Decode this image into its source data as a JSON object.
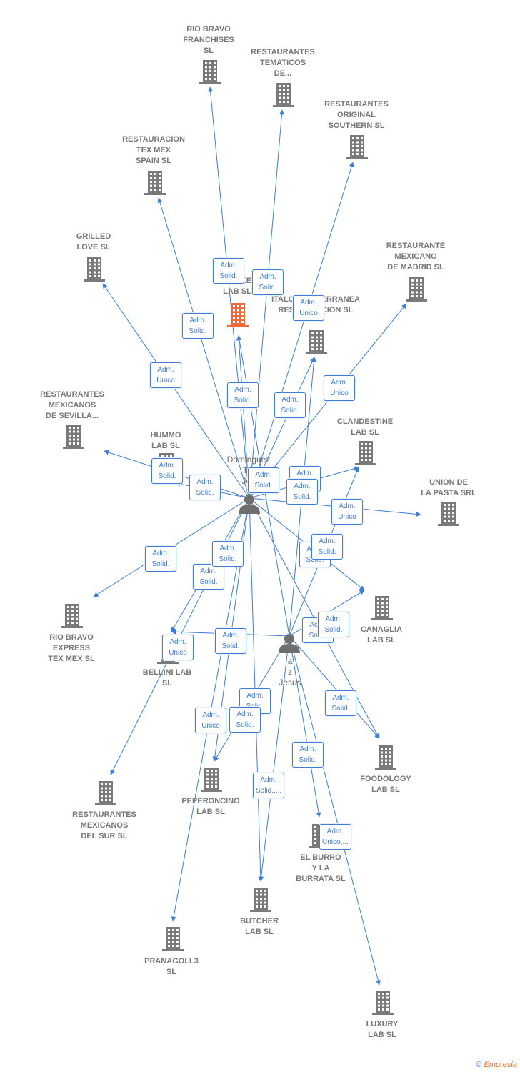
{
  "colors": {
    "edge": "#3b7dd8",
    "building": "#7a7a7a",
    "highlight": "#f36a3a",
    "person": "#6e6e6e"
  },
  "companies": [
    {
      "id": "rio_bravo_franchises",
      "label": "RIO BRAVO\nFRANCHISES\nSL"
    },
    {
      "id": "rest_tematicos",
      "label": "RESTAURANTES\nTEMATICOS\nDE..."
    },
    {
      "id": "rest_original_southern",
      "label": "RESTAURANTES\nORIGINAL\nSOUTHERN SL"
    },
    {
      "id": "restauracion_tex_mex",
      "label": "RESTAURACION\nTEX MEX\nSPAIN SL"
    },
    {
      "id": "grilled_love",
      "label": "GRILLED\nLOVE SL"
    },
    {
      "id": "smoke_lab",
      "label": "SMOKE\nLAB SL",
      "highlight": true
    },
    {
      "id": "italo_mediterranea",
      "label": "ITALO MEDITERRANEA\nRESTAURACION SL"
    },
    {
      "id": "rest_mexicano_madrid",
      "label": "RESTAURANTE\nMEXICANO\nDE MADRID SL"
    },
    {
      "id": "rest_mexicanos_sevilla",
      "label": "RESTAURANTES\nMEXICANOS\nDE SEVILLA..."
    },
    {
      "id": "hummo_lab",
      "label": "HUMMO\nLAB SL"
    },
    {
      "id": "clandestine_lab",
      "label": "CLANDESTINE\nLAB SL"
    },
    {
      "id": "union_pasta",
      "label": "UNION DE\nLA PASTA SRL"
    },
    {
      "id": "rio_bravo_express",
      "label": "RIO BRAVO\nEXPRESS\nTEX MEX SL"
    },
    {
      "id": "bellini_lab",
      "label": "BELLINI LAB\nSL"
    },
    {
      "id": "canaglia_lab",
      "label": "CANAGLIA\nLAB SL"
    },
    {
      "id": "foodology_lab",
      "label": "FOODOLOGY\nLAB SL"
    },
    {
      "id": "rest_mexicanos_sur",
      "label": "RESTAURANTES\nMEXICANOS\nDEL SUR SL"
    },
    {
      "id": "peperoncino_lab",
      "label": "PEPERONCINO\nLAB SL"
    },
    {
      "id": "el_burro",
      "label": "EL BURRO\nY LA\nBURRATA SL"
    },
    {
      "id": "butcher_lab",
      "label": "BUTCHER\nLAB SL"
    },
    {
      "id": "pranagoll3",
      "label": "PRANAGOLL3\nSL"
    },
    {
      "id": "luxury_lab",
      "label": "LUXURY\nLAB SL"
    }
  ],
  "persons": [
    {
      "id": "p1",
      "label": "Dominguez\nTer\nJoa"
    },
    {
      "id": "p2",
      "label": "a\nz\nJesus"
    }
  ],
  "edges": [
    {
      "from": "p1",
      "to": "rio_bravo_franchises",
      "role": "Adm.\nSolid."
    },
    {
      "from": "p1",
      "to": "rest_tematicos",
      "role": "Adm.\nSolid."
    },
    {
      "from": "p1",
      "to": "rest_original_southern",
      "role": "Adm.\nUnico"
    },
    {
      "from": "p1",
      "to": "restauracion_tex_mex",
      "role": "Adm.\nSolid."
    },
    {
      "from": "p1",
      "to": "grilled_love",
      "role": "Adm.\nUnico"
    },
    {
      "from": "p1",
      "to": "smoke_lab",
      "role": "Adm.\nSolid."
    },
    {
      "from": "p1",
      "to": "italo_mediterranea",
      "role": "Adm.\nSolid."
    },
    {
      "from": "p1",
      "to": "rest_mexicano_madrid",
      "role": "Adm.\nUnico"
    },
    {
      "from": "p1",
      "to": "rest_mexicanos_sevilla",
      "role": "Adm.\nSolid."
    },
    {
      "from": "p1",
      "to": "hummo_lab",
      "role": "Adm.\nSolid."
    },
    {
      "from": "p1",
      "to": "clandestine_lab",
      "role": "Adm.\nSolid."
    },
    {
      "from": "p1",
      "to": "union_pasta",
      "role": "Adm.\nUnico"
    },
    {
      "from": "p1",
      "to": "rio_bravo_express",
      "role": "Adm.\nSolid."
    },
    {
      "from": "p1",
      "to": "bellini_lab",
      "role": "Adm.\nSolid."
    },
    {
      "from": "p1",
      "to": "canaglia_lab",
      "role": "Adm.\nSolid."
    },
    {
      "from": "p1",
      "to": "foodology_lab",
      "role": "Adm.\nSolid."
    },
    {
      "from": "p1",
      "to": "rest_mexicanos_sur",
      "role": "Adm.\nSolid."
    },
    {
      "from": "p1",
      "to": "peperoncino_lab",
      "role": "Adm.\nUnico"
    },
    {
      "from": "p1",
      "to": "butcher_lab",
      "role": "Adm.\nSolid."
    },
    {
      "from": "p1",
      "to": "pranagoll3",
      "role": "Adm.\nSolid."
    },
    {
      "from": "p2",
      "to": "smoke_lab",
      "role": "Adm.\nSolid."
    },
    {
      "from": "p2",
      "to": "italo_mediterranea",
      "role": "Adm.\nSolid."
    },
    {
      "from": "p2",
      "to": "clandestine_lab",
      "role": "Adm.\nSolid."
    },
    {
      "from": "p2",
      "to": "canaglia_lab",
      "role": "Adm.\nSolid."
    },
    {
      "from": "p2",
      "to": "bellini_lab",
      "role": "Adm.\nUnico"
    },
    {
      "from": "p2",
      "to": "foodology_lab",
      "role": "Adm.\nSolid."
    },
    {
      "from": "p2",
      "to": "peperoncino_lab",
      "role": "Adm.\nSolid."
    },
    {
      "from": "p2",
      "to": "el_burro",
      "role": "Adm.\nSolid."
    },
    {
      "from": "p2",
      "to": "butcher_lab",
      "role": "Adm.\nSolid.,..."
    },
    {
      "from": "p2",
      "to": "luxury_lab",
      "role": "Adm.\nUnico,..."
    }
  ],
  "footer": {
    "copyright": "©",
    "brand": "Empresia"
  }
}
